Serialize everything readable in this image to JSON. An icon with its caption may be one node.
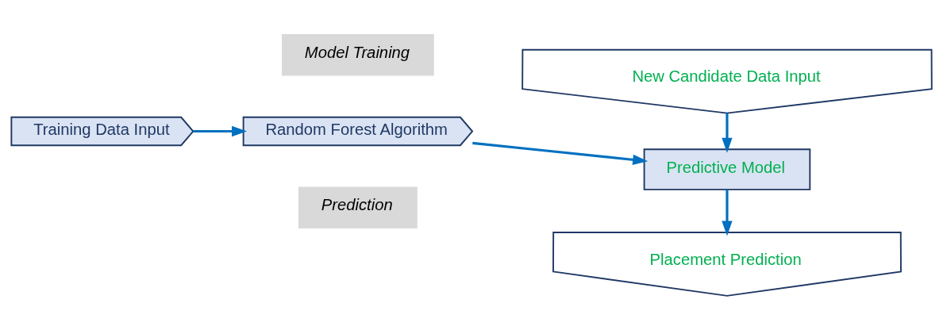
{
  "diagram": {
    "nodes": [
      {
        "text": [
          "Training Data Input"
        ]
      },
      {
        "text": [
          "Random Forest Algorithm"
        ]
      },
      {
        "text": [
          "New Candidate Data Input"
        ]
      },
      {
        "text": [
          "Predictive Model"
        ]
      },
      {
        "text": [
          "Placement Prediction"
        ]
      }
    ],
    "edges": [
      {
        "from": 0,
        "to": 1,
        "arrow": "to"
      },
      {
        "from": 1,
        "to": 3,
        "arrow": "to"
      },
      {
        "from": 2,
        "to": 3,
        "arrow": "to"
      },
      {
        "from": 3,
        "to": 4,
        "arrow": "to"
      }
    ],
    "labels": [
      "Model Training",
      "Prediction"
    ]
  }
}
